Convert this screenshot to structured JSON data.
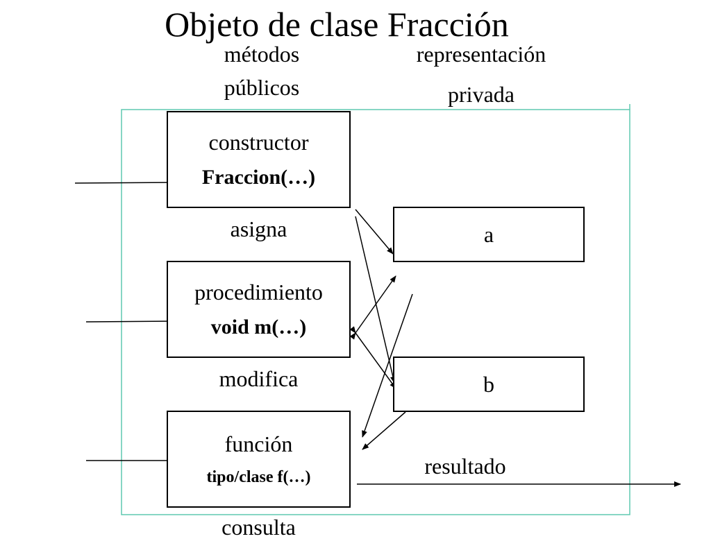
{
  "title": "Objeto de clase Fracción",
  "headers": {
    "public_line1": "métodos",
    "public_line2": "públicos",
    "private_line1": "representación",
    "private_line2": "privada"
  },
  "methods": [
    {
      "kind": "constructor",
      "signature": "Fraccion(…)",
      "caption": "asigna"
    },
    {
      "kind": "procedimiento",
      "signature": "void m(…)",
      "caption": "modifica"
    },
    {
      "kind": "función",
      "signature": "tipo/clase f(…)",
      "caption": "consulta"
    }
  ],
  "fields": [
    "a",
    "b"
  ],
  "result_label": "resultado",
  "colors": {
    "object_border": "#5fc9b0",
    "line": "#000000"
  }
}
